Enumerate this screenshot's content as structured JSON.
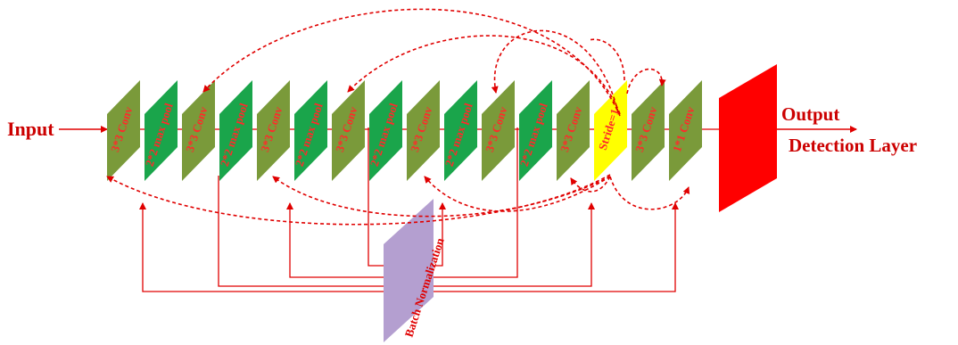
{
  "input_label": "Input",
  "output_label": "Output",
  "detection_label": "Detection Layer",
  "batch_norm_label": "Batch Normalization",
  "layers": [
    {
      "label": "3*3 Conv",
      "kind": "conv"
    },
    {
      "label": "2*2 max pool",
      "kind": "pool"
    },
    {
      "label": "3*3 Conv",
      "kind": "conv"
    },
    {
      "label": "2*2 max pool",
      "kind": "pool"
    },
    {
      "label": "3*3 Conv",
      "kind": "conv"
    },
    {
      "label": "2*2 max pool",
      "kind": "pool"
    },
    {
      "label": "3*3 Conv",
      "kind": "conv"
    },
    {
      "label": "2*2 max pool",
      "kind": "pool"
    },
    {
      "label": "3*3 Conv",
      "kind": "conv"
    },
    {
      "label": "2*2 max pool",
      "kind": "pool"
    },
    {
      "label": "3*3 Conv",
      "kind": "conv"
    },
    {
      "label": "2*2 max pool",
      "kind": "pool"
    },
    {
      "label": "3*3 Conv",
      "kind": "conv"
    },
    {
      "label": "Stride=1",
      "kind": "stride"
    },
    {
      "label": "3*3 Conv",
      "kind": "conv"
    },
    {
      "label": "1*1 Conv",
      "kind": "conv"
    }
  ],
  "colors": {
    "conv": "#7a9a3a",
    "pool": "#1aa54b",
    "stride": "#ffff00",
    "batch_norm": "#b49fd0",
    "output_block": "#ff0000",
    "line": "#e00000",
    "text": "#cc0000"
  }
}
